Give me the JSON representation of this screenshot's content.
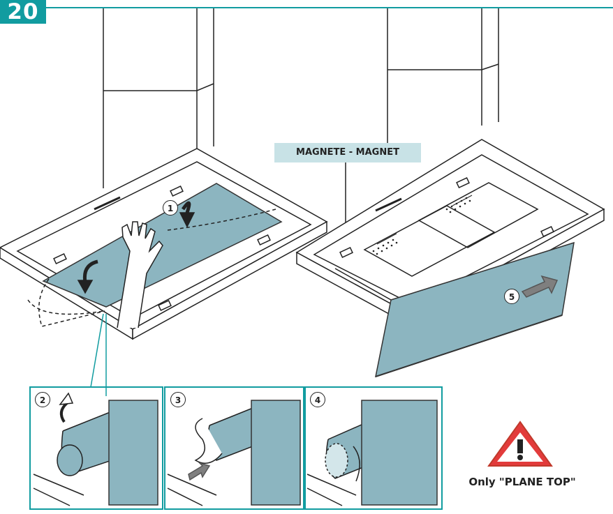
{
  "header": {
    "step_number": "20"
  },
  "labels": {
    "magnet": "MAGNETE - MAGNET",
    "only_plane_top": "Only \"PLANE TOP\""
  },
  "steps": [
    "1",
    "2",
    "3",
    "4",
    "5"
  ],
  "colors": {
    "accent": "#119ca0",
    "panel": "#8cb5c0",
    "label_bg": "#c8e2e6",
    "warning": "#e23b3b",
    "line": "#222222"
  },
  "icons": {
    "warning": "warning-triangle-icon"
  }
}
